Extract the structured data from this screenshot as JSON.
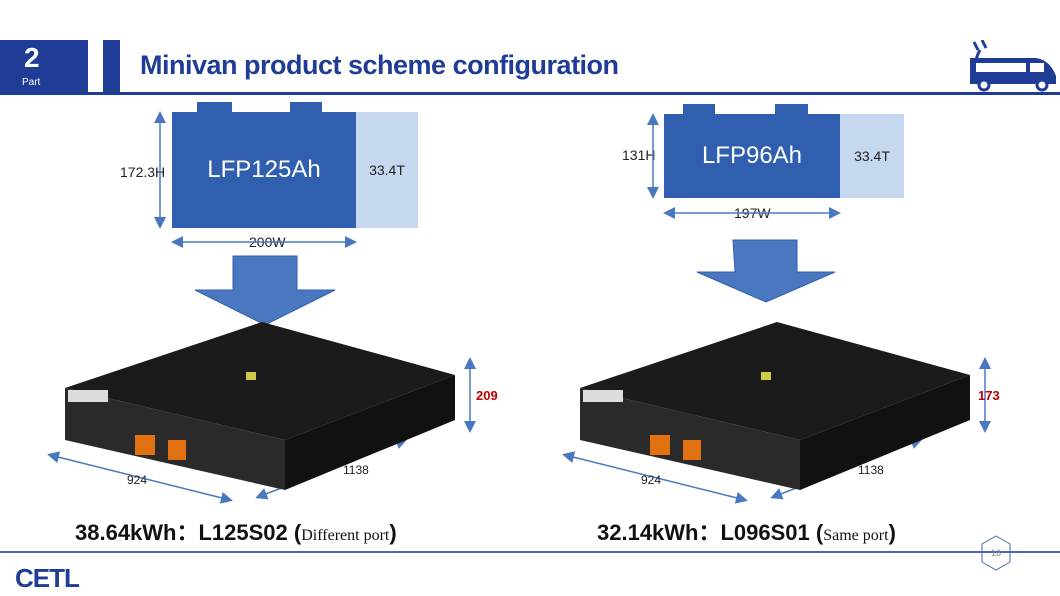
{
  "header": {
    "part_number": "2",
    "part_label": "Part",
    "title": "Minivan product scheme configuration",
    "icon": "electric-van-icon"
  },
  "left": {
    "cell_name": "LFP125Ah",
    "thickness": "33.4T",
    "height": "172.3H",
    "width": "200W",
    "pack_height": "209",
    "pack_width": "924",
    "pack_length": "1138",
    "caption_main": "38.64kWh：L125S02 (",
    "caption_note": "Different port",
    ")": ")"
  },
  "right": {
    "cell_name": "LFP96Ah",
    "thickness": "33.4T",
    "height": "131H",
    "width": "197W",
    "pack_height": "173",
    "pack_width": "924",
    "pack_length": "1138",
    "caption_main": "32.14kWh：L096S01  (",
    "caption_note": "Same port"
  },
  "footer": {
    "logo": "CETL",
    "page": "16",
    "close_paren": ")"
  },
  "colors": {
    "brand": "#1f3c96",
    "cell": "#2f5fae",
    "accent_red": "#c00000"
  }
}
